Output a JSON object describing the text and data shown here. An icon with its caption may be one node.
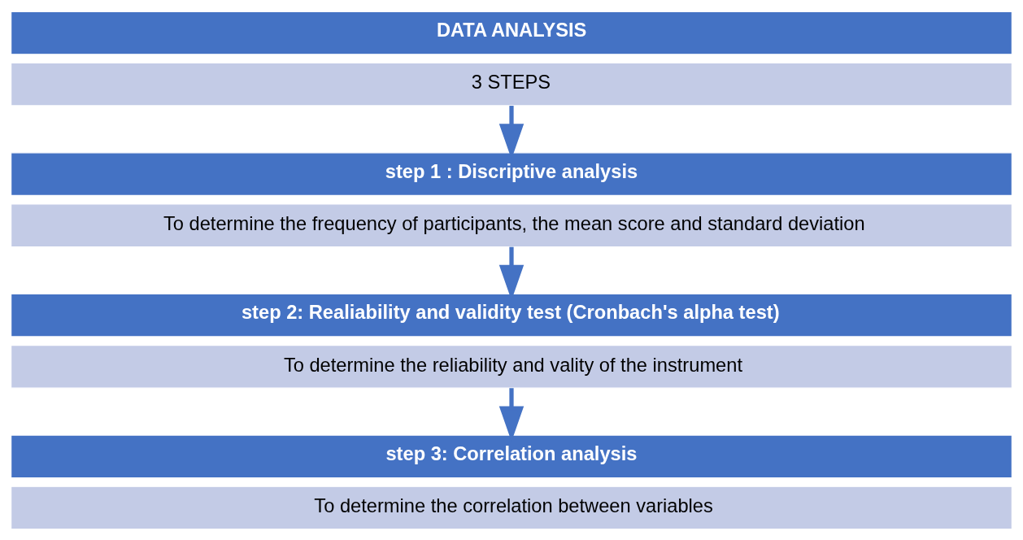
{
  "diagram": {
    "nodes": [
      {
        "text": [
          "DATA ANALYSIS"
        ]
      },
      {
        "text": [
          "3 STEPS"
        ]
      },
      {
        "text": [
          "step 1 : Discriptive analysis"
        ]
      },
      {
        "text": [
          "To determine the frequency of participants, the mean score and standard deviation"
        ]
      },
      {
        "text": [
          "step 2: Realiability and validity test (Cronbach's alpha test)"
        ]
      },
      {
        "text": [
          "To determine the reliability and vality of the instrument"
        ]
      },
      {
        "text": [
          "step 3: Correlation analysis"
        ]
      },
      {
        "text": [
          "To determine the correlation between variables"
        ]
      }
    ],
    "edges": [
      {
        "from": 1,
        "to": 2,
        "arrow": "to"
      },
      {
        "from": 3,
        "to": 4,
        "arrow": "to"
      },
      {
        "from": 5,
        "to": 6,
        "arrow": "to"
      }
    ]
  }
}
